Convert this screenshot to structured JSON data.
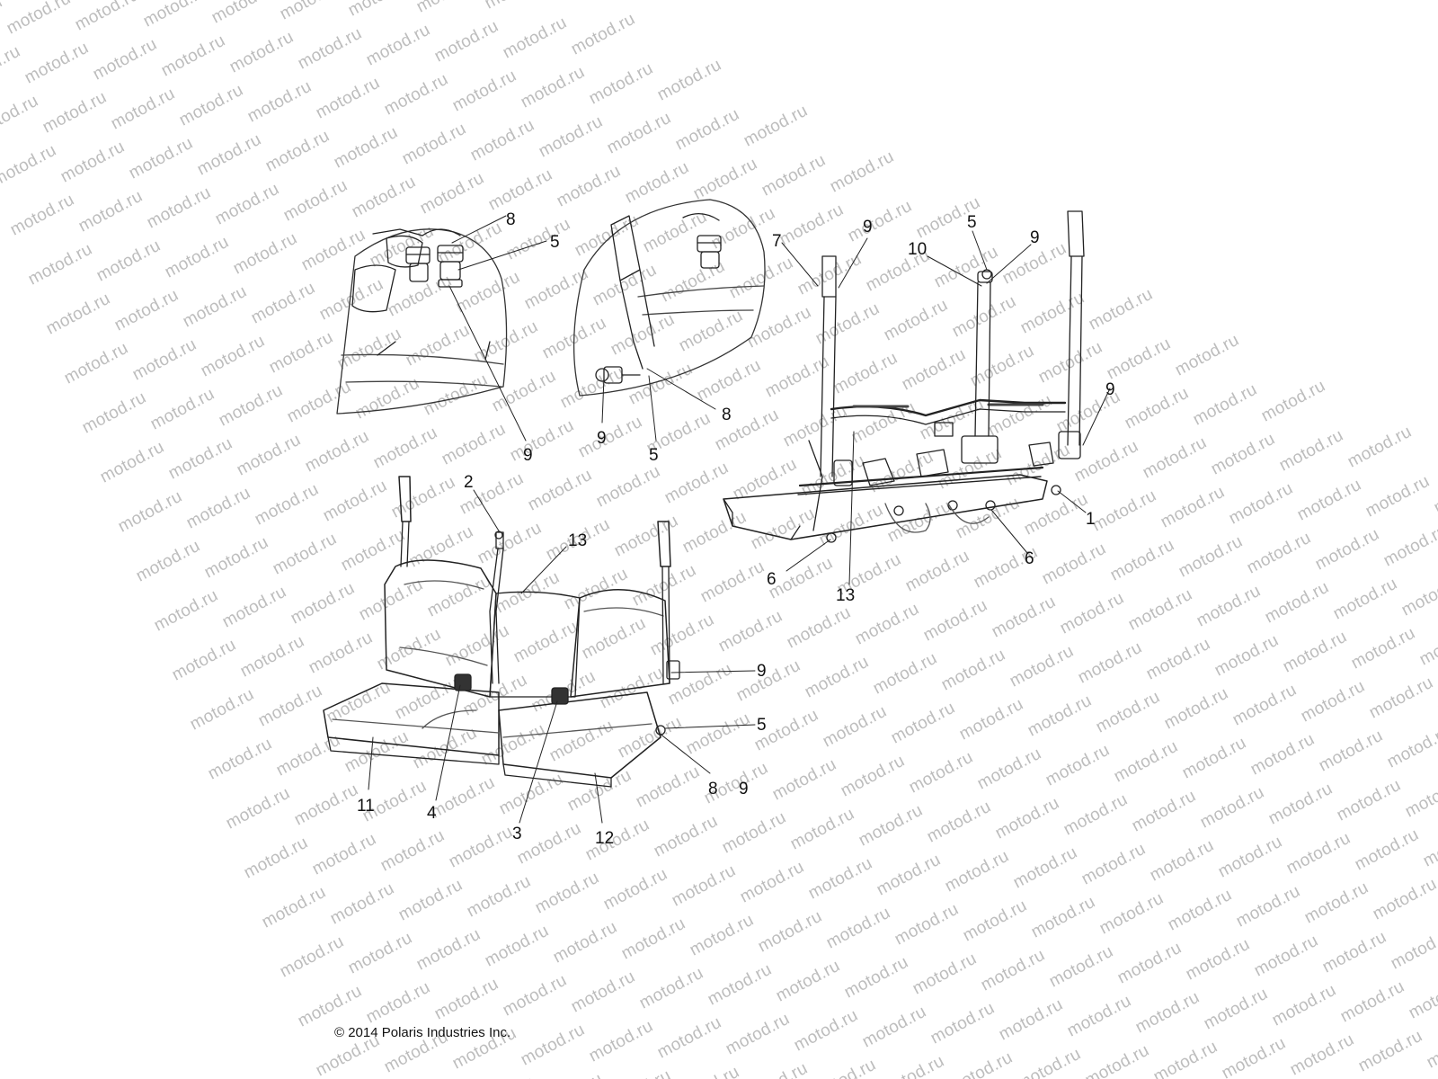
{
  "watermark": "motod.ru",
  "copyright": "© 2014 Polaris Industries Inc.",
  "callouts": {
    "top_left_detail": {
      "c8": "8",
      "c5": "5",
      "c9": "9"
    },
    "top_middle_detail": {
      "c9": "9",
      "c8": "8",
      "c5": "5"
    },
    "rear_bench": {
      "c7": "7",
      "c9a": "9",
      "c5": "5",
      "c9b": "9",
      "c10": "10",
      "c9c": "9",
      "c1": "1",
      "c6a": "6",
      "c6b": "6",
      "c13": "13"
    },
    "front_bench": {
      "c2": "2",
      "c13": "13",
      "c9": "9",
      "c5": "5",
      "c8": "8",
      "c9b": "9",
      "c11": "11",
      "c4": "4",
      "c3": "3",
      "c12": "12"
    }
  }
}
